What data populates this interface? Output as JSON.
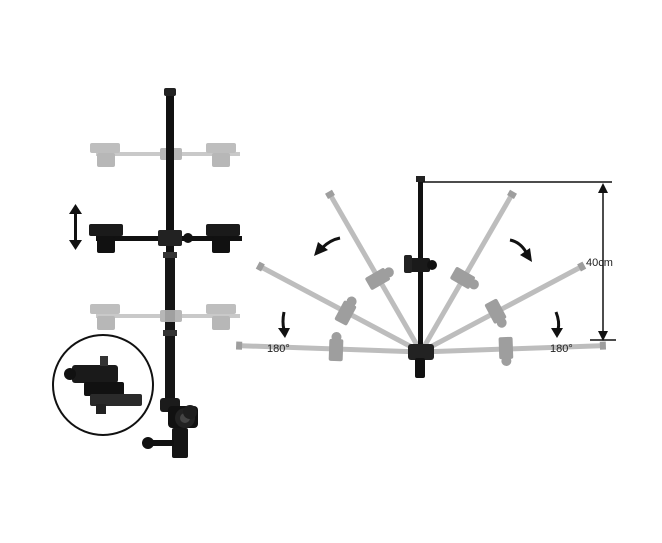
{
  "labels": {
    "height": "40cm",
    "angle_left": "180°",
    "angle_right": "180°"
  },
  "colors": {
    "pole": "#111111",
    "ghost": "#bdbdbd",
    "ghost_dark": "#9e9e9e",
    "arrow": "#1a1a1a"
  },
  "icons": {
    "updown": "double-arrow-vertical-icon",
    "rotate": "curved-arrow-icon"
  },
  "fan": {
    "angles_deg": [
      -88,
      -62,
      -30,
      30,
      62,
      88
    ]
  }
}
